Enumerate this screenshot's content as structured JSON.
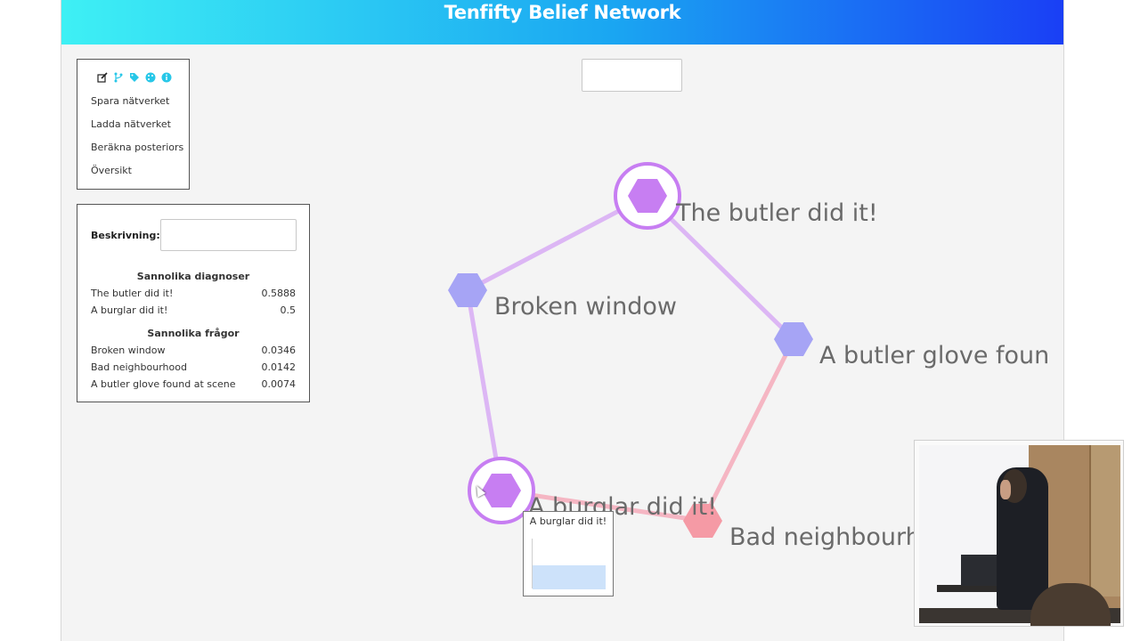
{
  "app": {
    "title": "Tenfifty Belief Network"
  },
  "menu": {
    "icons": [
      "edit-icon",
      "branch-icon",
      "tag-icon",
      "palette-icon",
      "info-icon"
    ],
    "items": [
      "Spara nätverket",
      "Ladda nätverket",
      "Beräkna posteriors",
      "Översikt"
    ]
  },
  "search": {
    "placeholder": "",
    "value": ""
  },
  "info": {
    "description_label": "Beskrivning:",
    "description_value": "",
    "diagnoses_title": "Sannolika diagnoser",
    "diagnoses": [
      {
        "name": "The butler did it!",
        "value": "0.5888"
      },
      {
        "name": "A burglar did it!",
        "value": "0.5"
      }
    ],
    "questions_title": "Sannolika frågor",
    "questions": [
      {
        "name": "Broken window",
        "value": "0.0346"
      },
      {
        "name": "Bad neighbourhood",
        "value": "0.0142"
      },
      {
        "name": "A butler glove found at scene",
        "value": "0.0074"
      }
    ]
  },
  "graph": {
    "nodes": [
      {
        "id": "butler",
        "label": "The butler did it!",
        "kind": "diagnosis",
        "color": "#c77ef2"
      },
      {
        "id": "window",
        "label": "Broken window",
        "kind": "question",
        "color": "#a6a4f5"
      },
      {
        "id": "glove",
        "label": "A butler glove foun",
        "kind": "question",
        "color": "#a6a4f5"
      },
      {
        "id": "burglar",
        "label": "A burglar did it!",
        "kind": "diagnosis",
        "color": "#c77ef2"
      },
      {
        "id": "neighbourhood",
        "label": "Bad neighbourh",
        "kind": "evidence",
        "color": "#f59aa5"
      }
    ],
    "edge_colors": {
      "purple": "#dcb6f4",
      "pink": "#f5b6c3"
    }
  },
  "tooltip": {
    "title": "A burglar did it!"
  }
}
